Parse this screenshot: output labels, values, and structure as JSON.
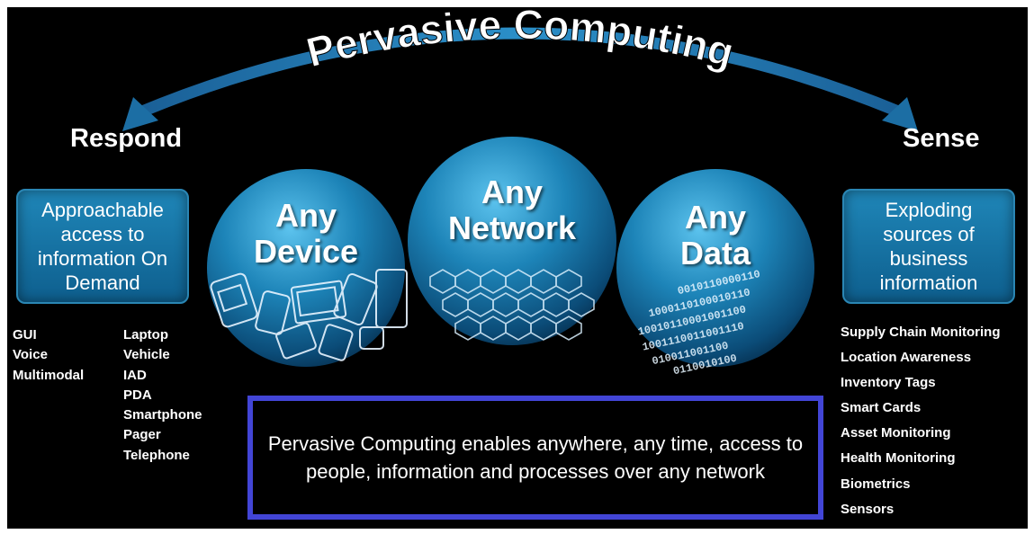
{
  "title": "Pervasive Computing",
  "left": {
    "heading": "Respond",
    "box_lines": [
      "Approachable",
      "access to",
      "information On",
      "Demand"
    ],
    "interfaces": [
      "GUI",
      "Voice",
      "Multimodal"
    ],
    "devices": [
      "Laptop",
      "Vehicle",
      "IAD",
      "PDA",
      "Smartphone",
      "Pager",
      "Telephone"
    ]
  },
  "right": {
    "heading": "Sense",
    "box_lines": [
      "Exploding",
      "sources of",
      "business",
      "information"
    ],
    "sources": [
      "Supply Chain Monitoring",
      "Location Awareness",
      "Inventory Tags",
      "Smart Cards",
      "Asset Monitoring",
      "Health Monitoring",
      "Biometrics",
      "Sensors"
    ]
  },
  "spheres": {
    "device": [
      "Any",
      "Device"
    ],
    "network": [
      "Any",
      "Network"
    ],
    "data": [
      "Any",
      "Data"
    ]
  },
  "summary": "Pervasive Computing enables anywhere, any time, access to people, information and processes over any network",
  "icons": {
    "sense_arrow": "arrow-right-down-icon",
    "respond_arrow": "arrow-left-down-icon"
  },
  "colors": {
    "background": "#000000",
    "sphere": "#1c7fb2",
    "box": "#1a7db0",
    "summary_border": "#4245d6",
    "arrow": "#1c6ea4"
  }
}
